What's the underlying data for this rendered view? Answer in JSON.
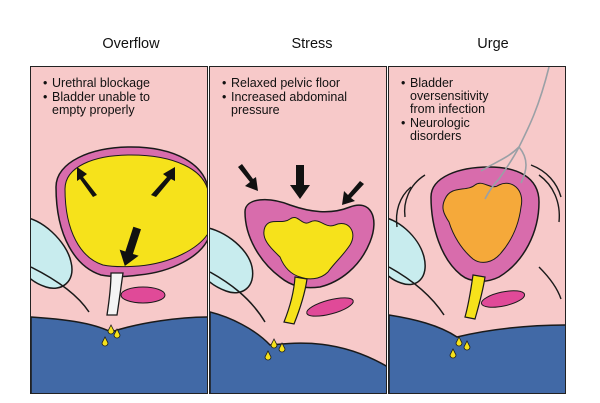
{
  "colors": {
    "background": "#ffffff",
    "panel_fill": "#f7c9c9",
    "base_fill": "#4169a6",
    "urine": "#f6e21b",
    "bladder_wall": "#d86cac",
    "muscle": "#e04a98",
    "bone": "#c8ecee",
    "outline": "#1a1a1a"
  },
  "panels": [
    {
      "title": "Overflow",
      "notes": [
        "Urethral blockage",
        "Bladder unable to empty properly"
      ]
    },
    {
      "title": "Stress",
      "notes": [
        "Relaxed pelvic floor",
        "Increased abdominal pressure"
      ]
    },
    {
      "title": "Urge",
      "notes": [
        "Bladder oversensitivity from infection",
        "Neurologic disorders"
      ]
    }
  ]
}
